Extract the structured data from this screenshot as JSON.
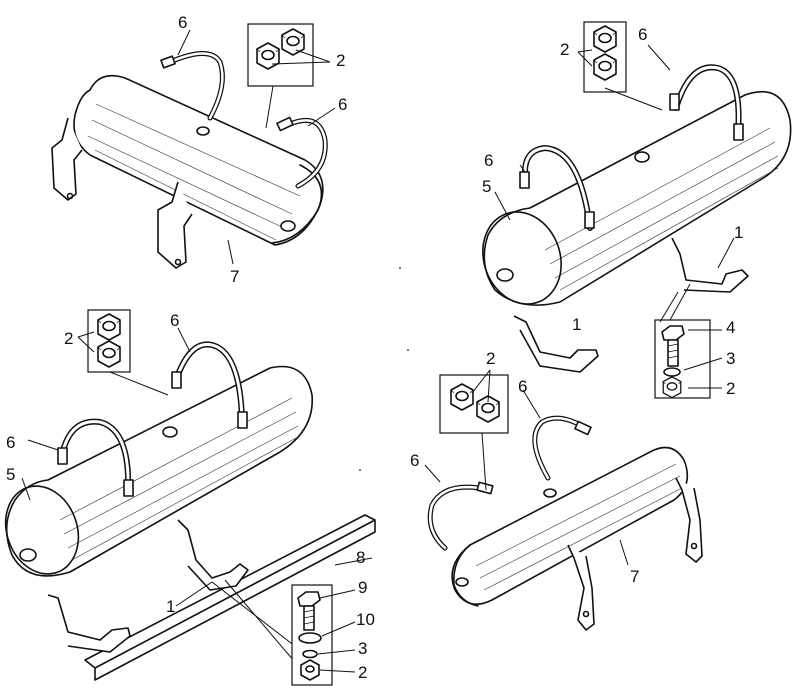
{
  "labels": {
    "fig1": {
      "hose_a": "6",
      "nuts": "2",
      "hose_b": "6",
      "tank": "7"
    },
    "fig2": {
      "nuts": "2",
      "hose_a": "6",
      "hose_b": "6",
      "end_cap": "5",
      "bracket_a": "1",
      "bracket_b": "1",
      "bolt": "4",
      "washer": "3",
      "nut": "2"
    },
    "fig3": {
      "nuts": "2",
      "hose_a": "6",
      "hose_b": "6",
      "end_cap": "5",
      "rail": "8",
      "bracket": "1",
      "bolt": "9",
      "plate_washer": "10",
      "washer": "3",
      "nut": "2"
    },
    "fig4": {
      "nuts": "2",
      "hose_a": "6",
      "hose_b": "6",
      "tank": "7"
    }
  }
}
